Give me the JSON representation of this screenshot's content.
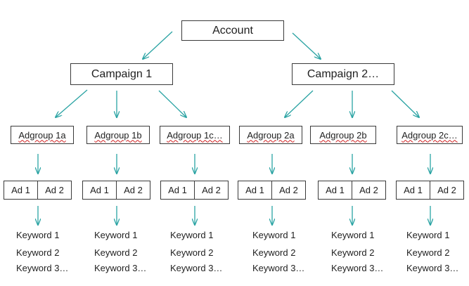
{
  "root": {
    "label": "Account"
  },
  "campaigns": [
    {
      "label": "Campaign 1",
      "adgroups": [
        {
          "label": "Adgroup 1a",
          "ads": [
            "Ad 1",
            "Ad 2"
          ],
          "keywords": [
            "Keyword 1",
            "Keyword 2",
            "Keyword 3…"
          ]
        },
        {
          "label": "Adgroup 1b",
          "ads": [
            "Ad 1",
            "Ad 2"
          ],
          "keywords": [
            "Keyword 1",
            "Keyword 2",
            "Keyword 3…"
          ]
        },
        {
          "label": "Adgroup 1c…",
          "ads": [
            "Ad 1",
            "Ad 2"
          ],
          "keywords": [
            "Keyword 1",
            "Keyword 2",
            "Keyword 3…"
          ]
        }
      ]
    },
    {
      "label": "Campaign 2…",
      "adgroups": [
        {
          "label": "Adgroup 2a",
          "ads": [
            "Ad 1",
            "Ad 2"
          ],
          "keywords": [
            "Keyword 1",
            "Keyword 2",
            "Keyword 3…"
          ]
        },
        {
          "label": "Adgroup 2b",
          "ads": [
            "Ad 1",
            "Ad 2"
          ],
          "keywords": [
            "Keyword 1",
            "Keyword 2",
            "Keyword 3…"
          ]
        },
        {
          "label": "Adgroup 2c…",
          "ads": [
            "Ad 1",
            "Ad 2"
          ],
          "keywords": [
            "Keyword 1",
            "Keyword 2",
            "Keyword 3…"
          ]
        }
      ]
    }
  ],
  "colors": {
    "arrow": "#2aa3a3",
    "border": "#3a3a3a",
    "text": "#1f1f1f"
  }
}
